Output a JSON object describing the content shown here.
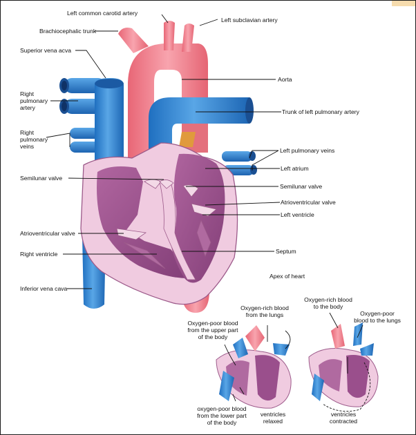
{
  "labels": {
    "left_common_carotid_artery": "Left common carotid artery",
    "left_subclavian_artery": "Left subclavian artery",
    "brachiocephalic_trunk": "Brachiocephalic trunk",
    "superior_vena_cava": "Superior vena acva",
    "right_pulmonary_artery": "Right\npulmonary\nartery",
    "right_pulmonary_veins": "Right\npulmonary\nveins",
    "aorta": "Aorta",
    "trunk_left_pulmonary_artery": "Trunk of left pulmonary artery",
    "left_pulmonary_veins": "Left pulmonary veins",
    "left_atrium": "Left atrium",
    "semilunar_valve_left": "Semilunar valve",
    "semilunar_valve_right": "Semilunar valve",
    "atrioventricular_valve_right": "Atrioventricular valve",
    "left_ventricle": "Left ventricle",
    "atrioventricular_valve_left": "Atrioventricular valve",
    "right_ventricle": "Right ventricle",
    "septum": "Septum",
    "inferior_vena_cava": "Inferior vena cava",
    "apex_of_heart": "Apex of heart"
  },
  "insets": {
    "oxygen_poor_upper": "Oxygen-poor blood\nfrom the upper part\nof the body",
    "oxygen_rich_from_lungs": "Oxygen-rich blood\nfrom the lungs",
    "oxygen_rich_to_body": "Oxygen-rich blood\nto the body",
    "oxygen_poor_to_lungs": "Oxygen-poor\nblood to the lungs",
    "oxygen_poor_lower": "oxygen-poor blood\nfrom the lower part\nof the body",
    "ventricles_relaxed": "ventricles\nrelaxed",
    "ventricles_contracted": "ventricles\ncontracted"
  },
  "colors": {
    "vein_blue": "#3f8fd6",
    "artery_pink": "#f07f8c",
    "heart_wall": "#f0cbe0",
    "chamber_purple": "#9a4f8c",
    "valve_light": "#f3d9e7"
  }
}
